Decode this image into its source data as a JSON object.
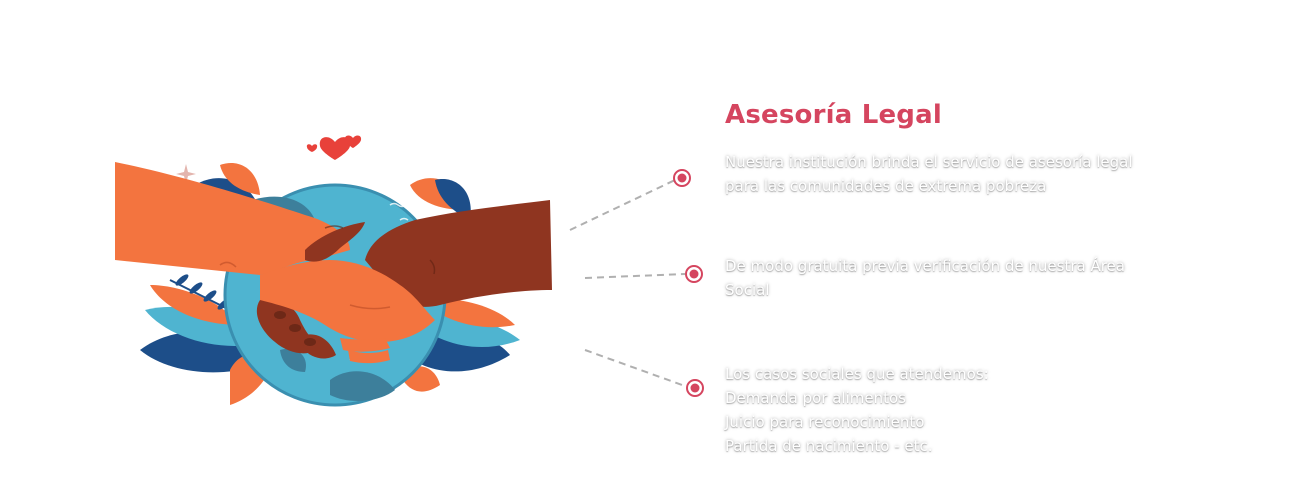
{
  "section": {
    "title": "Asesoría Legal"
  },
  "points": [
    {
      "text": "Nuestra institución brinda el servicio de asesoría legal para las comunidades de extrema pobreza"
    },
    {
      "text": "De modo gratuita previa verificación de nuestra Área Social"
    },
    {
      "lines": [
        "Los casos sociales que atendemos:",
        "Demanda por alimentos",
        "Juicio para reconocimiento",
        "Partida de nacimiento - etc."
      ]
    }
  ],
  "colors": {
    "accent": "#d5455f",
    "connector": "#b0b0b0",
    "skin_light": "#f3743f",
    "skin_dark": "#8f3520",
    "globe": "#4fb4d0",
    "leaf_dark": "#1d4e89"
  },
  "icons": [
    "handshake-illustration",
    "heart-icon",
    "sparkle-icon",
    "bullet-dot-icon"
  ]
}
